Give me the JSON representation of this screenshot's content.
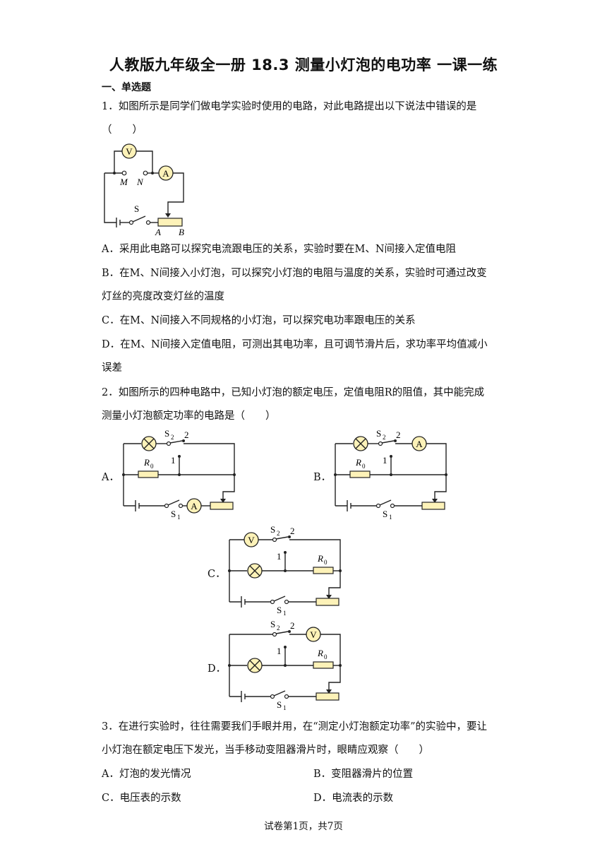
{
  "title": "人教版九年级全一册 18.3 测量小灯泡的电功率 一课一练",
  "section": "一、单选题",
  "q1": {
    "line1": "1．如图所示是同学们做电学实验时使用的电路，对此电路提出以下说法中错误的是",
    "line2": "（　　）",
    "fig": {
      "v": "V",
      "a": "A",
      "m": "M",
      "n": "N",
      "s": "S",
      "ra": "A",
      "rb": "B"
    },
    "optA": "A．采用此电路可以探究电流跟电压的关系，实验时要在M、N间接入定值电阻",
    "optB1": "B．在M、N间接入小灯泡，可以探究小灯泡的电阻与温度的关系，实验时可通过改变",
    "optB2": "灯丝的亮度改变灯丝的温度",
    "optC": "C．在M、N间接入不同规格的小灯泡，可以探究电功率跟电压的关系",
    "optD1": "D．在M、N间接入定值电阻，可测出其电功率，且可调节滑片后，求功率平均值减小",
    "optD2": "误差"
  },
  "q2": {
    "line1": "2．如图所示的四种电路中，已知小灯泡的额定电压，定值电阻R的阻值，其中能完成",
    "line2": "测量小灯泡额定功率的电路是（　　）",
    "labelA": "A．",
    "labelB": "B．",
    "labelC": "C．",
    "labelD": "D．",
    "fig": {
      "s2": "S",
      "s2sub": "2",
      "s1": "S",
      "s1sub": "1",
      "r0": "R",
      "r0sub": "0",
      "n1": "1",
      "n2": "2",
      "a": "A",
      "v": "V"
    }
  },
  "q3": {
    "line1": "3．在进行实验时，往往需要我们手眼并用，在“测定小灯泡额定功率”的实验中，要让",
    "line2": "小灯泡在额定电压下发光，当手移动变阻器滑片时，眼睛应观察（　　）",
    "optA": "A．灯泡的发光情况",
    "optB": "B．变阻器滑片的位置",
    "optC": "C．电压表的示数",
    "optD": "D．电流表的示数"
  },
  "footer": "试卷第1页，共7页"
}
